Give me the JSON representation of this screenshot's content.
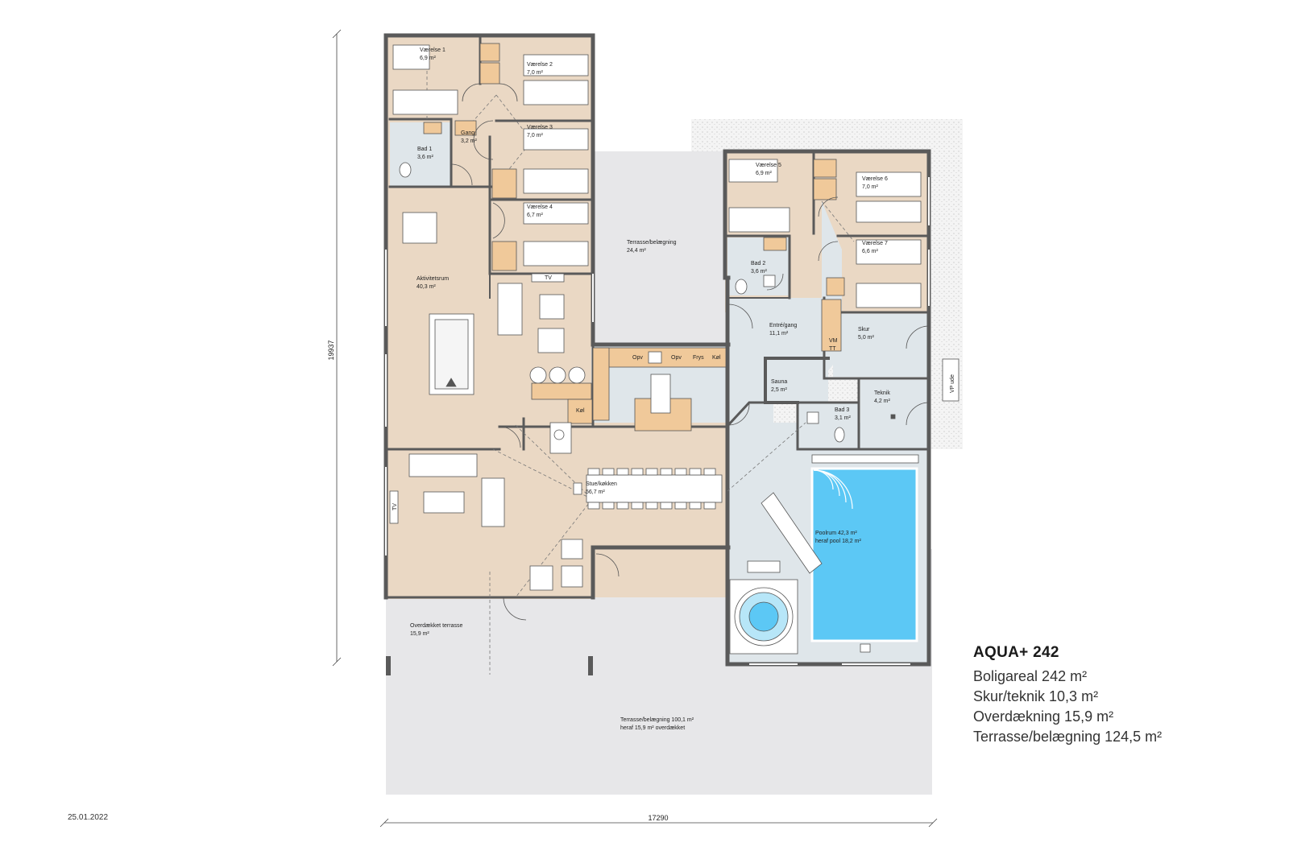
{
  "title": "AQUA+ 242",
  "areas": [
    "Boligareal 242 m²",
    "Skur/teknik 10,3 m²",
    "Overdækning 15,9 m²",
    "Terrasse/belægning 124,5 m²"
  ],
  "date": "25.01.2022",
  "dimensions": {
    "height": "19937",
    "width": "17290"
  },
  "rooms": {
    "vaerelse1": {
      "name": "Værelse 1",
      "area": "6,9 m²"
    },
    "vaerelse2": {
      "name": "Værelse 2",
      "area": "7,0 m²"
    },
    "vaerelse3": {
      "name": "Værelse 3",
      "area": "7,0 m²"
    },
    "vaerelse4": {
      "name": "Værelse 4",
      "area": "6,7 m²"
    },
    "vaerelse5": {
      "name": "Værelse 5",
      "area": "6,9 m²"
    },
    "vaerelse6": {
      "name": "Værelse 6",
      "area": "7,0 m²"
    },
    "vaerelse7": {
      "name": "Værelse 7",
      "area": "6,6 m²"
    },
    "gang": {
      "name": "Gang",
      "area": "3,2 m²"
    },
    "bad1": {
      "name": "Bad 1",
      "area": "3,6 m²"
    },
    "bad2": {
      "name": "Bad 2",
      "area": "3,6 m²"
    },
    "bad3": {
      "name": "Bad 3",
      "area": "3,1 m²"
    },
    "aktivitet": {
      "name": "Aktivitetsrum",
      "area": "40,3 m²"
    },
    "terrasse_top": {
      "name": "Terrasse/belægning",
      "area": "24,4 m²"
    },
    "entre": {
      "name": "Entré/gang",
      "area": "11,1 m²"
    },
    "skur": {
      "name": "Skur",
      "area": "5,0 m²"
    },
    "teknik": {
      "name": "Teknik",
      "area": "4,2 m²"
    },
    "sauna": {
      "name": "Sauna",
      "area": "2,5 m²"
    },
    "stue": {
      "name": "Stue/køkken",
      "area": "56,7 m²"
    },
    "poolrum": {
      "name": "Poolrum 42,3 m²",
      "area": "heraf pool 18,2 m²"
    },
    "overdaekket": {
      "name": "Overdækket terrasse",
      "area": "15,9 m²"
    },
    "terrasse_bottom": {
      "name": "Terrasse/belægning 100,1 m²",
      "area": "heraf 15,9 m² overdækket"
    }
  },
  "fixtures": {
    "tv1": "TV",
    "tv2": "TV",
    "vm": "VM",
    "tt": "TT",
    "vp": "VP ude",
    "opv1": "Opv",
    "opv2": "Opv",
    "frys": "Frys",
    "kol1": "Køl",
    "kol2": "Køl"
  },
  "colors": {
    "floor": "#ead8c4",
    "terrace": "#e7e7e9",
    "wet": "#dfe6ea",
    "wall": "#5a5a5a",
    "pool": "#5cc8f5",
    "wood": "#f0c99a"
  }
}
